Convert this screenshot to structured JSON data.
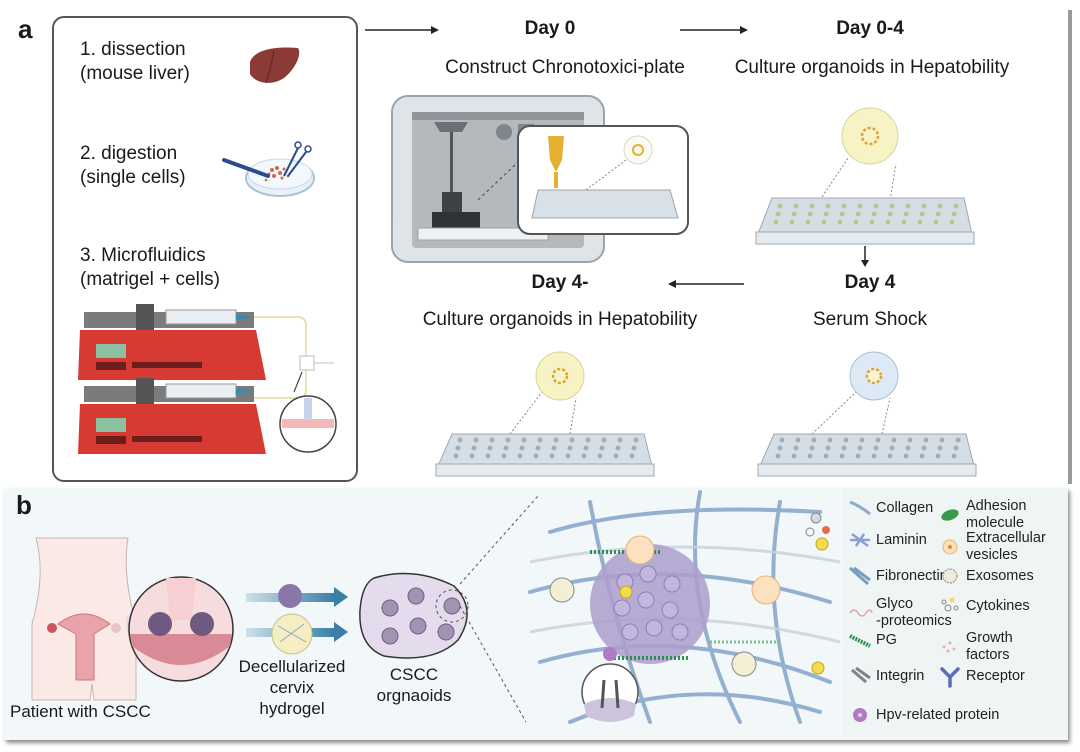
{
  "panel_a": {
    "label": "a",
    "steps": [
      {
        "line1": "1. dissection",
        "line2": "(mouse liver)"
      },
      {
        "line1": "2. digestion",
        "line2": "(single cells)"
      },
      {
        "line1": "3. Microfluidics",
        "line2": "(matrigel + cells)"
      }
    ],
    "stages": [
      {
        "day": "Day 0",
        "desc": "Construct Chronotoxici-plate"
      },
      {
        "day": "Day 0-4",
        "desc": "Culture organoids in Hepatobility"
      },
      {
        "day": "Day 4",
        "desc": "Serum Shock"
      },
      {
        "day": "Day 4-",
        "desc": "Culture organoids in Hepatobility"
      }
    ]
  },
  "panel_b": {
    "label": "b",
    "patient": "Patient with CSCC",
    "hydrogel": [
      "Decellularized",
      "cervix",
      "hydrogel"
    ],
    "organoids": [
      "CSCC",
      "orgnaoids"
    ],
    "legend": [
      {
        "icon": "collagen-icon",
        "label": [
          "Collagen"
        ]
      },
      {
        "icon": "adhesion-molecule-icon",
        "label": [
          "Adhesion",
          "molecule"
        ]
      },
      {
        "icon": "laminin-icon",
        "label": [
          "Laminin"
        ]
      },
      {
        "icon": "extracellular-vesicles-icon",
        "label": [
          "Extracellular",
          "vesicles"
        ]
      },
      {
        "icon": "fibronectin-icon",
        "label": [
          "Fibronectin"
        ]
      },
      {
        "icon": "exosomes-icon",
        "label": [
          "Exosomes"
        ]
      },
      {
        "icon": "glycoproteomics-icon",
        "label": [
          "Glyco",
          "-proteomics"
        ]
      },
      {
        "icon": "cytokines-icon",
        "label": [
          "Cytokines"
        ]
      },
      {
        "icon": "pg-icon",
        "label": [
          "PG"
        ]
      },
      {
        "icon": "growth-factors-icon",
        "label": [
          "Growth",
          "factors"
        ]
      },
      {
        "icon": "integrin-icon",
        "label": [
          "Integrin"
        ]
      },
      {
        "icon": "receptor-icon",
        "label": [
          "Receptor"
        ]
      },
      {
        "icon": "hpv-protein-icon",
        "label": [
          "Hpv-related protein"
        ]
      }
    ]
  },
  "colors": {
    "pump_red": "#d63a32",
    "liver": "#8b3a36",
    "collagen_blue": "#7f9fc4",
    "pg_green": "#3a9a5a",
    "tumor_purple": "#9c8cc0",
    "hydrogel_yellow": "#f4eeb0",
    "serum_blue": "#dde9f4",
    "panel_b_bg": "#f2f7f9"
  }
}
